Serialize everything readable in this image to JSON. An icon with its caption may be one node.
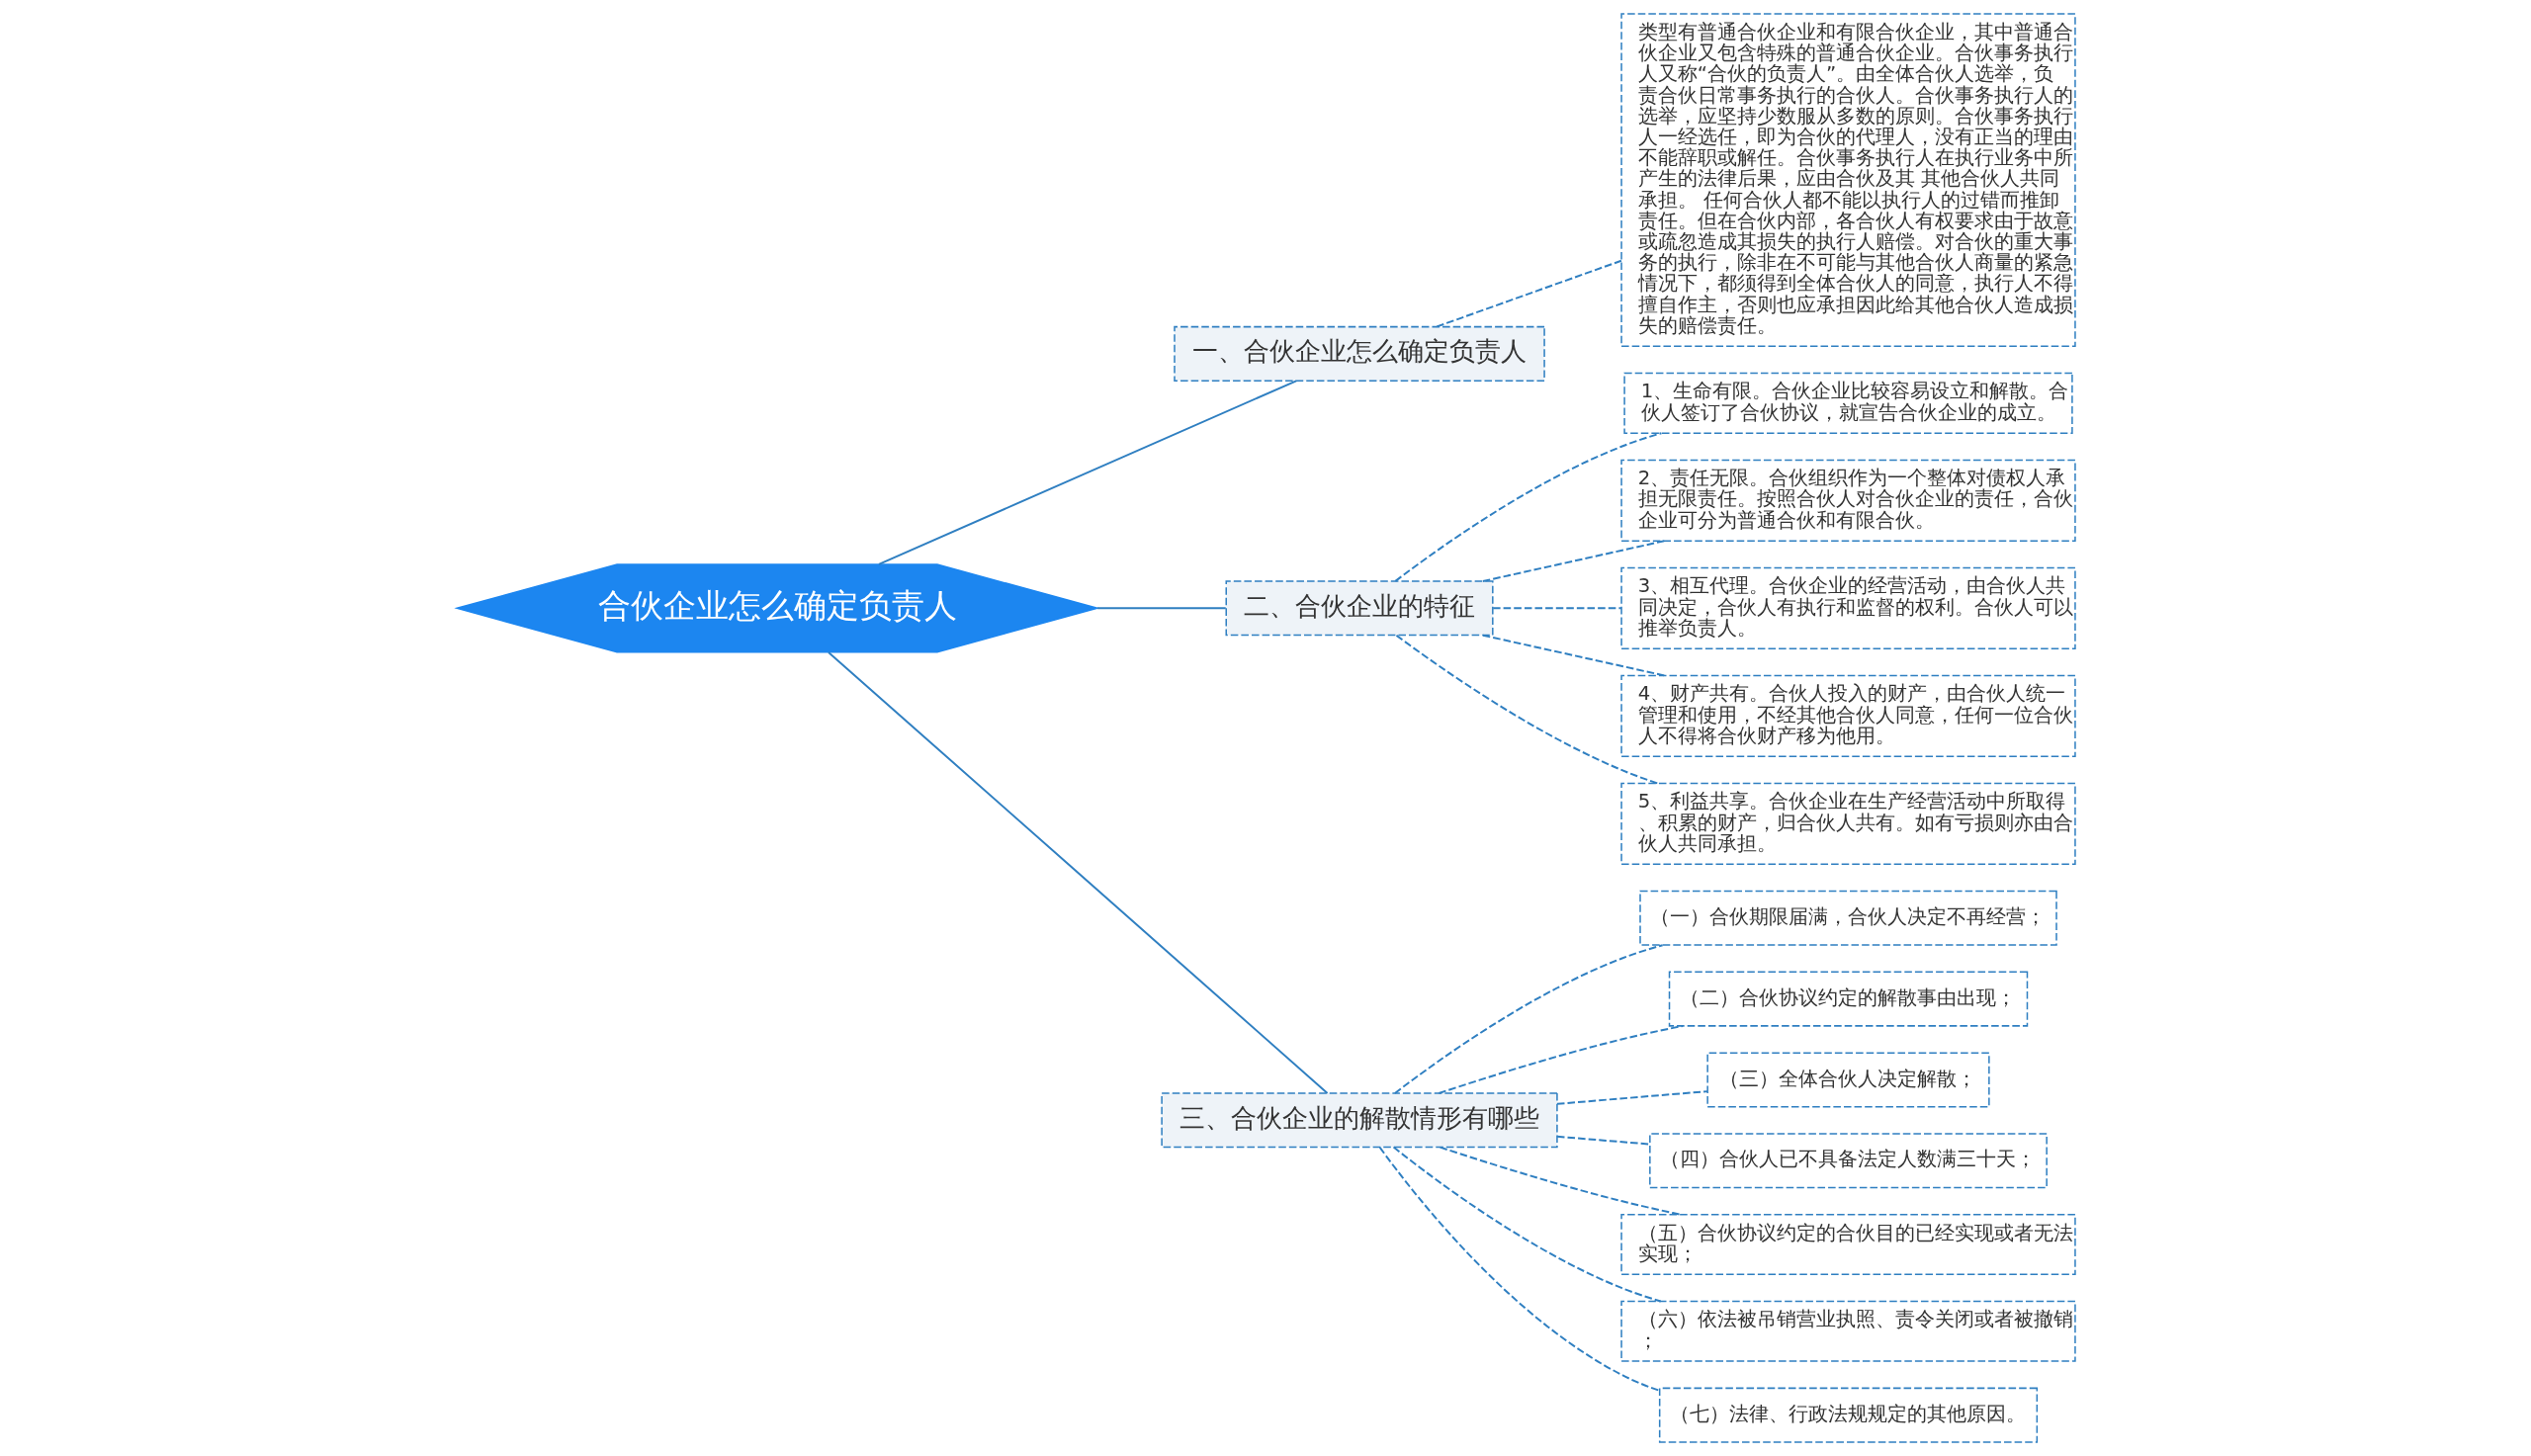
{
  "diagram": {
    "nodes": [
      {
        "text": [
          "合伙企业怎么确定负责人"
        ]
      },
      {
        "text": [
          "一、合伙企业怎么确定负责人"
        ]
      },
      {
        "text": [
          "类型有普通合伙企业和有限合伙企业，其中普通合伙企业又包含特殊的普通合伙企业。合伙事务执行人又称“合伙的负责人”。由全体合伙人选举，负责合伙日常事务执行的合伙人。合伙事务执行人的选举，应坚持少数服从多数的原则。合伙事务执行人一经选任，即为合伙的代理人，没有正当的理由不能辞职或解任。合伙事务执行人在执行业务中所产生的法律后果，应由合伙及其 其他合伙人共同承担。 任何合伙人都不能以执行人的过错而推卸责任。但在合伙内部，各合伙人有权要求由于故意或疏忽造成其损失的执行人赔偿。对合伙的重大事务的执行，除非在不可能与其他合伙人商量的紧急情况下，都须得到全体合伙人的同意，执行人不得擅自作主，否则也应承担因此给其他合伙人造成损失的赔偿责任。"
        ]
      },
      {
        "text": [
          "二、合伙企业的特征"
        ]
      },
      {
        "text": [
          "1、生命有限。合伙企业比较容易设立和解散。合伙人签订了合伙协议，就宣告合伙企业的成立。"
        ]
      },
      {
        "text": [
          "2、责任无限。合伙组织作为一个整体对债权人承担无限责任。按照合伙人对合伙企业的责任，合伙企业可分为普通合伙和有限合伙。"
        ]
      },
      {
        "text": [
          "3、相互代理。合伙企业的经营活动，由合伙人共同决定，合伙人有执行和监督的权利。合伙人可以推举负责人。"
        ]
      },
      {
        "text": [
          "4、财产共有。合伙人投入的财产，由合伙人统一管理和使用，不经其他合伙人同意，任何一位合伙人不得将合伙财产移为他用。"
        ]
      },
      {
        "text": [
          "5、利益共享。合伙企业在生产经营活动中所取得、积累的财产，归合伙人共有。如有亏损则亦由合伙人共同承担。"
        ]
      },
      {
        "text": [
          "三、合伙企业的解散情形有哪些"
        ]
      },
      {
        "text": [
          "（一）合伙期限届满，合伙人决定不再经营；"
        ]
      },
      {
        "text": [
          "（二）合伙协议约定的解散事由出现；"
        ]
      },
      {
        "text": [
          "（三）全体合伙人决定解散；"
        ]
      },
      {
        "text": [
          "（四）合伙人已不具备法定人数满三十天；"
        ]
      },
      {
        "text": [
          "（五）合伙协议约定的合伙目的已经实现或者无法实现；"
        ]
      },
      {
        "text": [
          "（六）依法被吊销营业执照、责令关闭或者被撤销；"
        ]
      },
      {
        "text": [
          "（七）法律、行政法规规定的其他原因。"
        ]
      }
    ],
    "edges": [
      {
        "from": 0,
        "to": 1,
        "arrow": "none"
      },
      {
        "from": 1,
        "to": 2,
        "arrow": "none",
        "style": "dashed"
      },
      {
        "from": 0,
        "to": 3,
        "arrow": "none"
      },
      {
        "from": 3,
        "to": 4,
        "arrow": "none",
        "style": "dashed"
      },
      {
        "from": 3,
        "to": 5,
        "arrow": "none",
        "style": "dashed"
      },
      {
        "from": 3,
        "to": 6,
        "arrow": "none",
        "style": "dashed"
      },
      {
        "from": 3,
        "to": 7,
        "arrow": "none",
        "style": "dashed"
      },
      {
        "from": 3,
        "to": 8,
        "arrow": "none",
        "style": "dashed"
      },
      {
        "from": 0,
        "to": 9,
        "arrow": "none"
      },
      {
        "from": 9,
        "to": 10,
        "arrow": "none",
        "style": "dashed"
      },
      {
        "from": 9,
        "to": 11,
        "arrow": "none",
        "style": "dashed"
      },
      {
        "from": 9,
        "to": 12,
        "arrow": "none",
        "style": "dashed"
      },
      {
        "from": 9,
        "to": 13,
        "arrow": "none",
        "style": "dashed"
      },
      {
        "from": 9,
        "to": 14,
        "arrow": "none",
        "style": "dashed"
      },
      {
        "from": 9,
        "to": 15,
        "arrow": "none",
        "style": "dashed"
      },
      {
        "from": 9,
        "to": 16,
        "arrow": "none",
        "style": "dashed"
      }
    ]
  }
}
